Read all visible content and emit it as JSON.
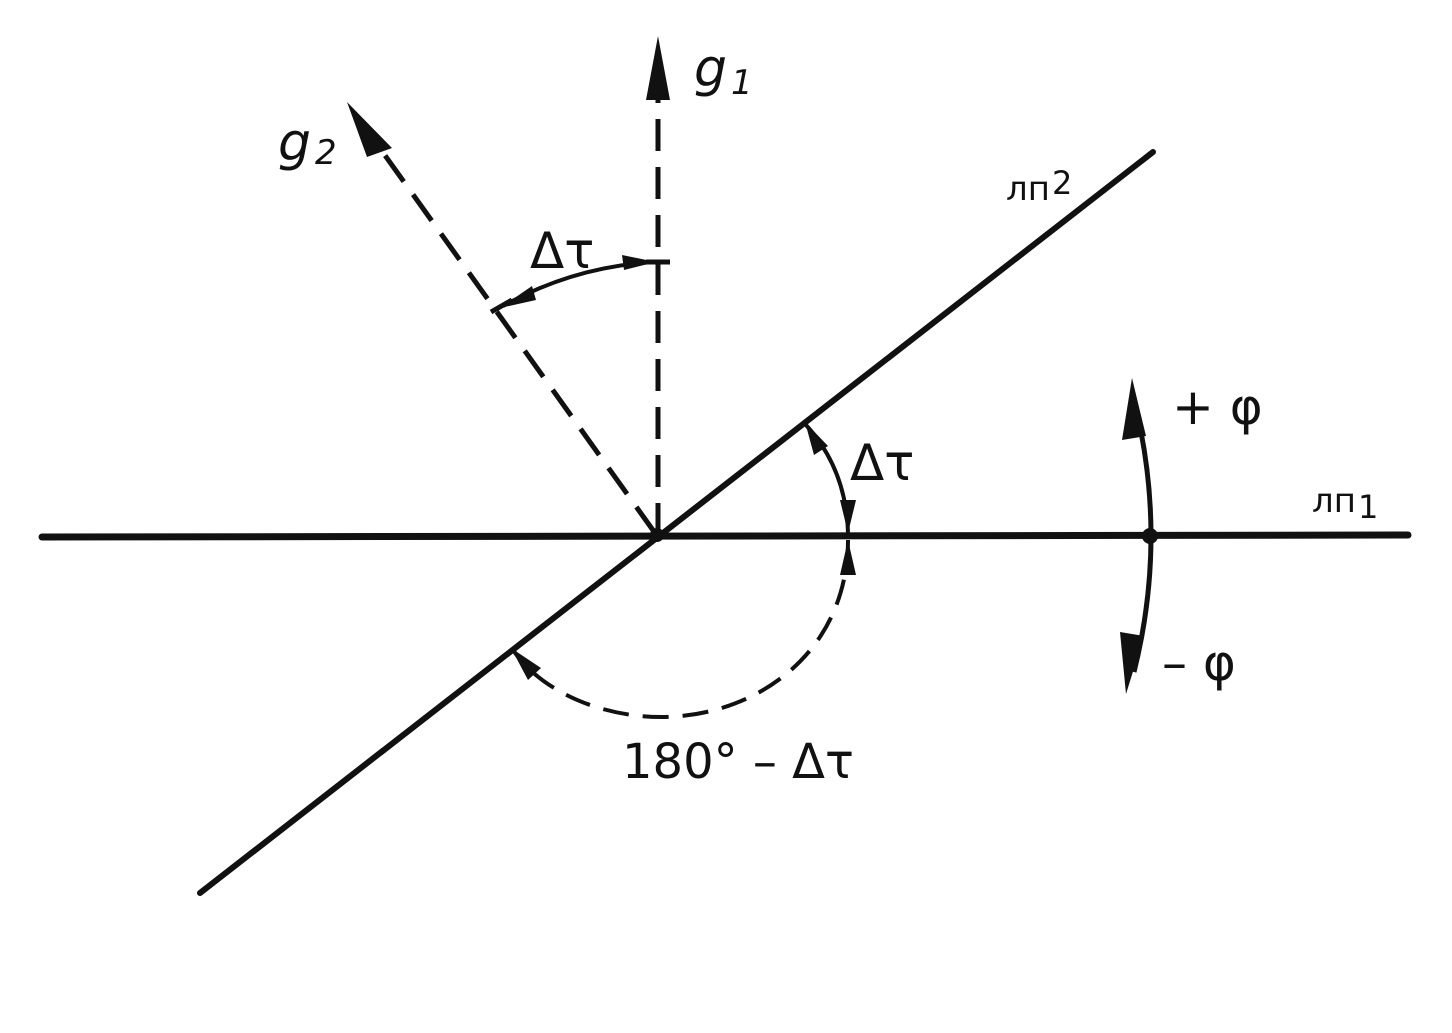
{
  "colors": {
    "ink": "#111111",
    "paper": "#ffffff"
  },
  "labels": {
    "g1": {
      "main": "g",
      "sub": "1"
    },
    "g2": {
      "main": "g",
      "sub": "2"
    },
    "lp1": {
      "main": "лп",
      "sub": "1"
    },
    "lp2": {
      "main": "лп",
      "sub": "2"
    },
    "delta_tau_top": "Δτ",
    "delta_tau_right": "Δτ",
    "angle_supplement": "180° – Δτ",
    "plus_phi": "+ φ",
    "minus_phi": "– φ"
  }
}
